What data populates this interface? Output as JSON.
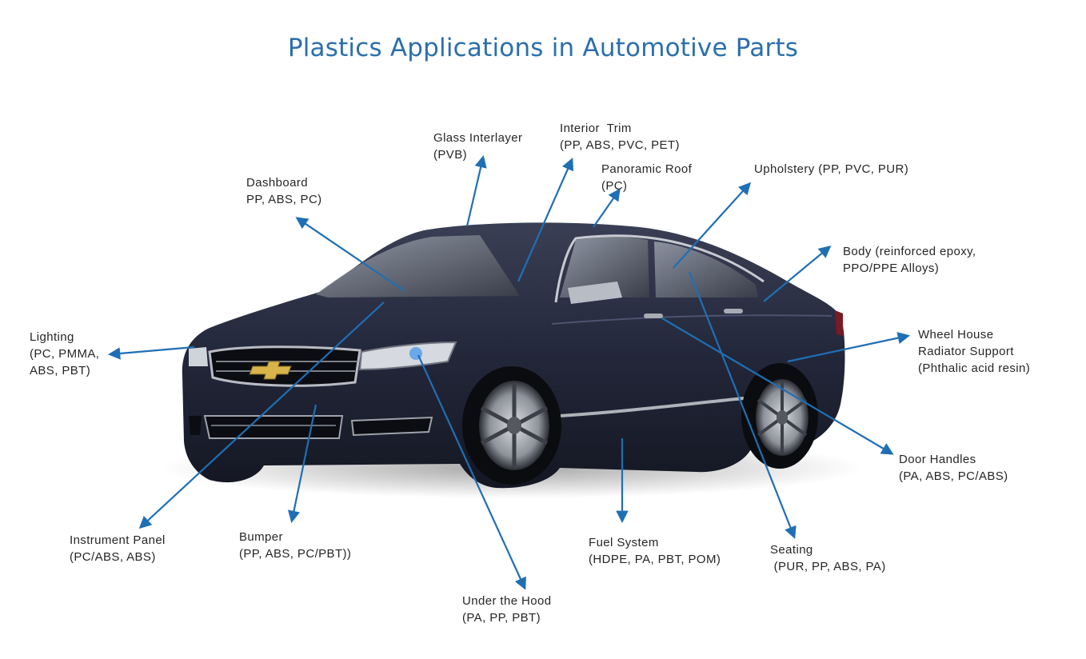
{
  "title": "Plastics Applications in Automotive Parts",
  "colors": {
    "title": "#2b6fae",
    "arrow": "#1f6fb4",
    "text": "#262626",
    "car_body": "#1f2233"
  },
  "car": {
    "brand_badge": "chevrolet-bowtie",
    "text": ""
  },
  "labels": {
    "glass_interlayer": {
      "name": "Glass Interlayer",
      "materials": "(PVB)"
    },
    "interior_trim": {
      "name": "Interior  Trim",
      "materials": "(PP, ABS, PVC, PET)"
    },
    "panoramic_roof": {
      "name": "Panoramic Roof",
      "materials": "(PC)"
    },
    "upholstery": {
      "name": "Upholstery (PP, PVC, PUR)"
    },
    "dashboard": {
      "name": "Dashboard",
      "materials": "PP, ABS, PC)"
    },
    "body": {
      "name": "Body (reinforced epoxy,",
      "materials": "PPO/PPE Alloys)"
    },
    "lighting": {
      "name": "Lighting",
      "line2": "(PC, PMMA,",
      "line3": "ABS, PBT)"
    },
    "wheel_house": {
      "name": "Wheel House",
      "line2": "Radiator Support",
      "line3": "(Phthalic acid resin)"
    },
    "door_handles": {
      "name": "Door Handles",
      "materials": "(PA, ABS, PC/ABS)"
    },
    "instrument_panel": {
      "name": "Instrument Panel",
      "materials": "(PC/ABS, ABS)"
    },
    "bumper": {
      "name": "Bumper",
      "materials": "(PP, ABS, PC/PBT))"
    },
    "fuel_system": {
      "name": "Fuel System",
      "materials": "(HDPE, PA, PBT, POM)"
    },
    "seating": {
      "name": "Seating",
      "materials": " (PUR, PP, ABS, PA)"
    },
    "under_hood": {
      "name": "Under the Hood",
      "materials": "(PA, PP, PBT)"
    }
  }
}
